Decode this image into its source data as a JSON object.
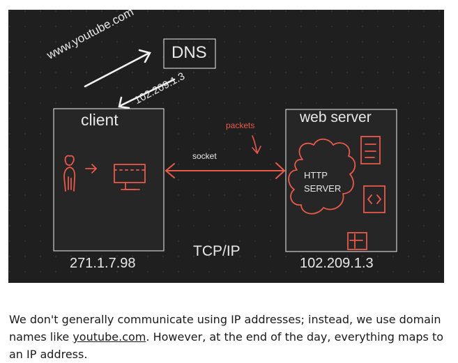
{
  "diagram": {
    "domain_request": "www.youtube.com",
    "dns_label": "DNS",
    "dns_response": "102.209.1.3",
    "client_label": "client",
    "server_label": "web server",
    "packets_label": "packets",
    "socket_label": "socket",
    "http_label": "HTTP\nSERVER",
    "protocol_label": "TCP/IP",
    "client_ip": "271.1.7.98",
    "server_ip": "102.209.1.3"
  },
  "caption": {
    "before_link": "We don't generally communicate using IP addresses; instead, we use domain names like ",
    "link_text": "youtube.com",
    "after_link": ". However, at the end of the day, everything maps to an IP address."
  },
  "colors": {
    "background": "#1f1f1f",
    "box_stroke": "#d9d9d9",
    "sketch_red": "#ea5a4a",
    "white_arrow": "#f2f2f2"
  }
}
